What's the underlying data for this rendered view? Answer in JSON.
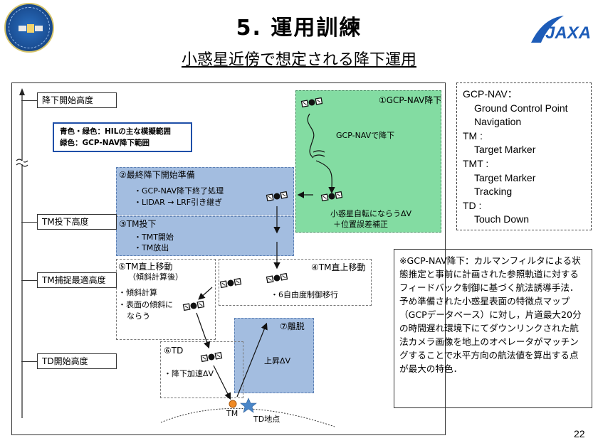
{
  "header": {
    "title": "5. 運用訓練",
    "subtitle": "小惑星近傍で想定される降下運用",
    "logo_alt": "JAXA"
  },
  "altitudes": [
    {
      "label": "降下開始高度"
    },
    {
      "label": "TM投下高度"
    },
    {
      "label": "TM捕捉最適高度"
    },
    {
      "label": "TD開始高度"
    }
  ],
  "legend": {
    "line1": "青色・緑色：HILの主な模擬範囲",
    "line2": "緑色：GCP-NAV降下範囲"
  },
  "phase1": {
    "head": "①GCP-NAV降下",
    "text": "GCP-NAVで降下",
    "note1": "小惑星自転にならうΔV",
    "note2": "＋位置誤差補正"
  },
  "phase2": {
    "head": "②最終降下開始準備",
    "item1": "・GCP-NAV降下終了処理",
    "item2": "・LIDAR → LRF引き継ぎ"
  },
  "phase3": {
    "head": "③TM投下",
    "item1": "・TMT開始",
    "item2": "・TM放出"
  },
  "phase4": {
    "head": "④TM直上移動",
    "item1": "・6自由度制御移行"
  },
  "phase5": {
    "head": "⑤TM直上移動",
    "head2": "（傾斜計算後）",
    "item1": "・傾斜計算",
    "item2": "・表面の傾斜に",
    "item3": "ならう"
  },
  "phase6": {
    "head": "⑥TD",
    "item1": "・降下加速ΔV"
  },
  "phase7": {
    "head": "⑦離脱",
    "item1": "上昇ΔV"
  },
  "surface": {
    "tm_label": "TM",
    "td_label": "TD地点"
  },
  "notes": [
    {
      "text": "GCP-NAV：",
      "indent": false
    },
    {
      "text": "Ground Control Point",
      "indent": true
    },
    {
      "text": "Navigation",
      "indent": true
    },
    {
      "text": "TM :",
      "indent": false
    },
    {
      "text": "Target Marker",
      "indent": true
    },
    {
      "text": "TMT :",
      "indent": false
    },
    {
      "text": "Target Marker",
      "indent": true
    },
    {
      "text": "Tracking",
      "indent": true
    },
    {
      "text": "TD :",
      "indent": false
    },
    {
      "text": "Touch Down",
      "indent": true
    }
  ],
  "explanation": "※GCP-NAV降下：カルマンフィルタによる状態推定と事前に計画された参照軌道に対するフィードバック制御に基づく航法誘導手法．予め準備された小惑星表面の特徴点マップ（GCPデータベース）に対し，片道最大20分の時間遅れ環境下にてダウンリンクされた航法カメラ画像を地上のオペレータがマッチングすることで水平方向の航法値を算出する点が最大の特色．",
  "page_number": "22",
  "colors": {
    "green_region": "#83dca2",
    "blue_region": "#a3bde0",
    "legend_border": "#1f4fa8",
    "tm_marker": "#f08a24",
    "td_star": "#4a86c8"
  }
}
